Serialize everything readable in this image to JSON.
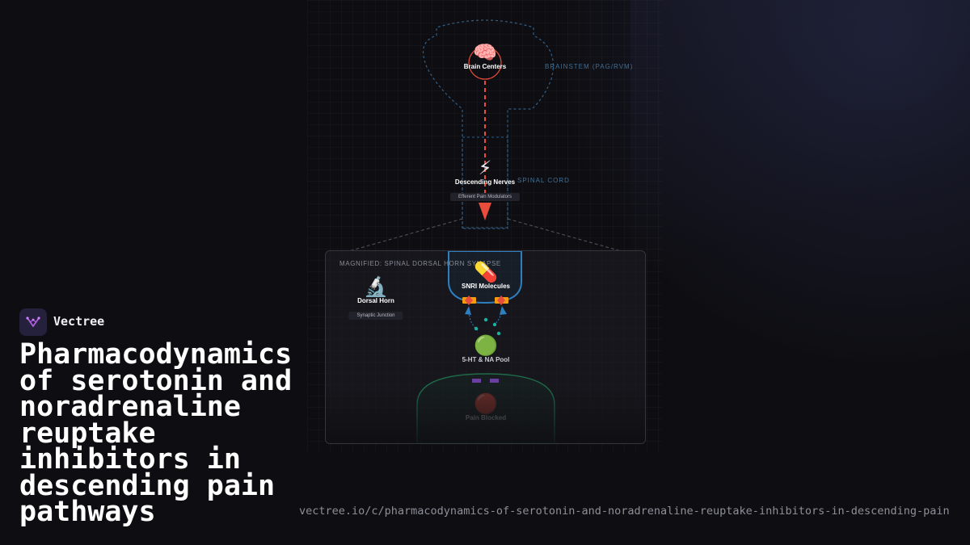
{
  "brand": {
    "name": "Vectree"
  },
  "title": "Pharmacodynamics of serotonin and noradrenaline reuptake inhibitors in descending pain pathways",
  "url": "vectree.io/c/pharmacodynamics-of-serotonin-and-noradrenaline-reuptake-inhibitors-in-descending-pain",
  "diagram": {
    "regions": {
      "brainstem": "BRAINSTEM (PAG/RVM)",
      "spinal_cord": "SPINAL CORD"
    },
    "nodes": {
      "brain": {
        "emoji": "🧠",
        "label": "Brain Centers"
      },
      "nerves": {
        "emoji": "⚡",
        "label": "Descending Nerves",
        "sub": "Efferent Pain Modulators"
      },
      "dorsal": {
        "emoji": "🔬",
        "label": "Dorsal Horn",
        "sub": "Synaptic Junction"
      },
      "snri": {
        "emoji": "💊",
        "label": "SNRI Molecules"
      },
      "pool": {
        "emoji": "🟢",
        "label": "5-HT & NA Pool"
      },
      "pain": {
        "emoji": "🔴",
        "label": "Pain Blocked"
      }
    },
    "panel_title": "MAGNIFIED: SPINAL DORSAL HORN SYNAPSE"
  },
  "colors": {
    "background": "#0e0e12",
    "accent_red": "#e74c3c",
    "outline_blue": "#2f6fa0",
    "synapse_blue": "#2d7fc0",
    "neuron_green": "#1e6b4a",
    "transporter_orange": "#f39c12",
    "particle_teal": "#19b3a0",
    "logo_purple": "#8e44ad"
  }
}
